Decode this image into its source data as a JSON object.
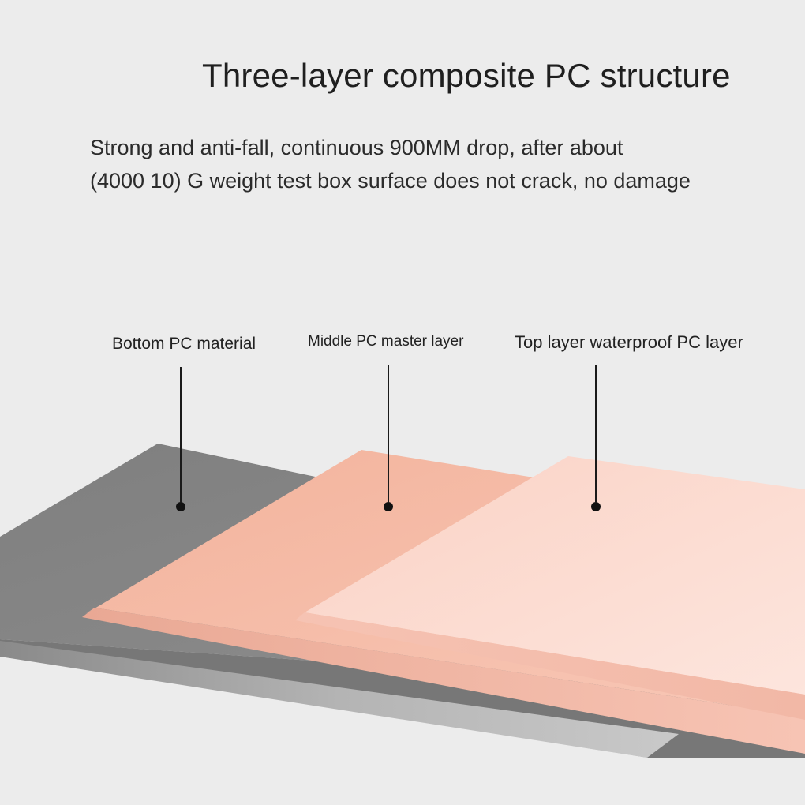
{
  "header": {
    "title": "Three-layer composite PC structure",
    "description_line1": "Strong and anti-fall, continuous 900MM drop, after about",
    "description_line2": "(4000 10) G weight test box surface does not crack, no damage"
  },
  "layers": [
    {
      "label": "Bottom PC material",
      "color": "#8c8c8c"
    },
    {
      "label": "Middle PC master layer",
      "color": "#f4b8a2"
    },
    {
      "label": "Top layer waterproof PC layer",
      "color": "#fbdcd2"
    }
  ],
  "colors": {
    "background": "#ececec",
    "leader_line": "#1a1a1a"
  }
}
